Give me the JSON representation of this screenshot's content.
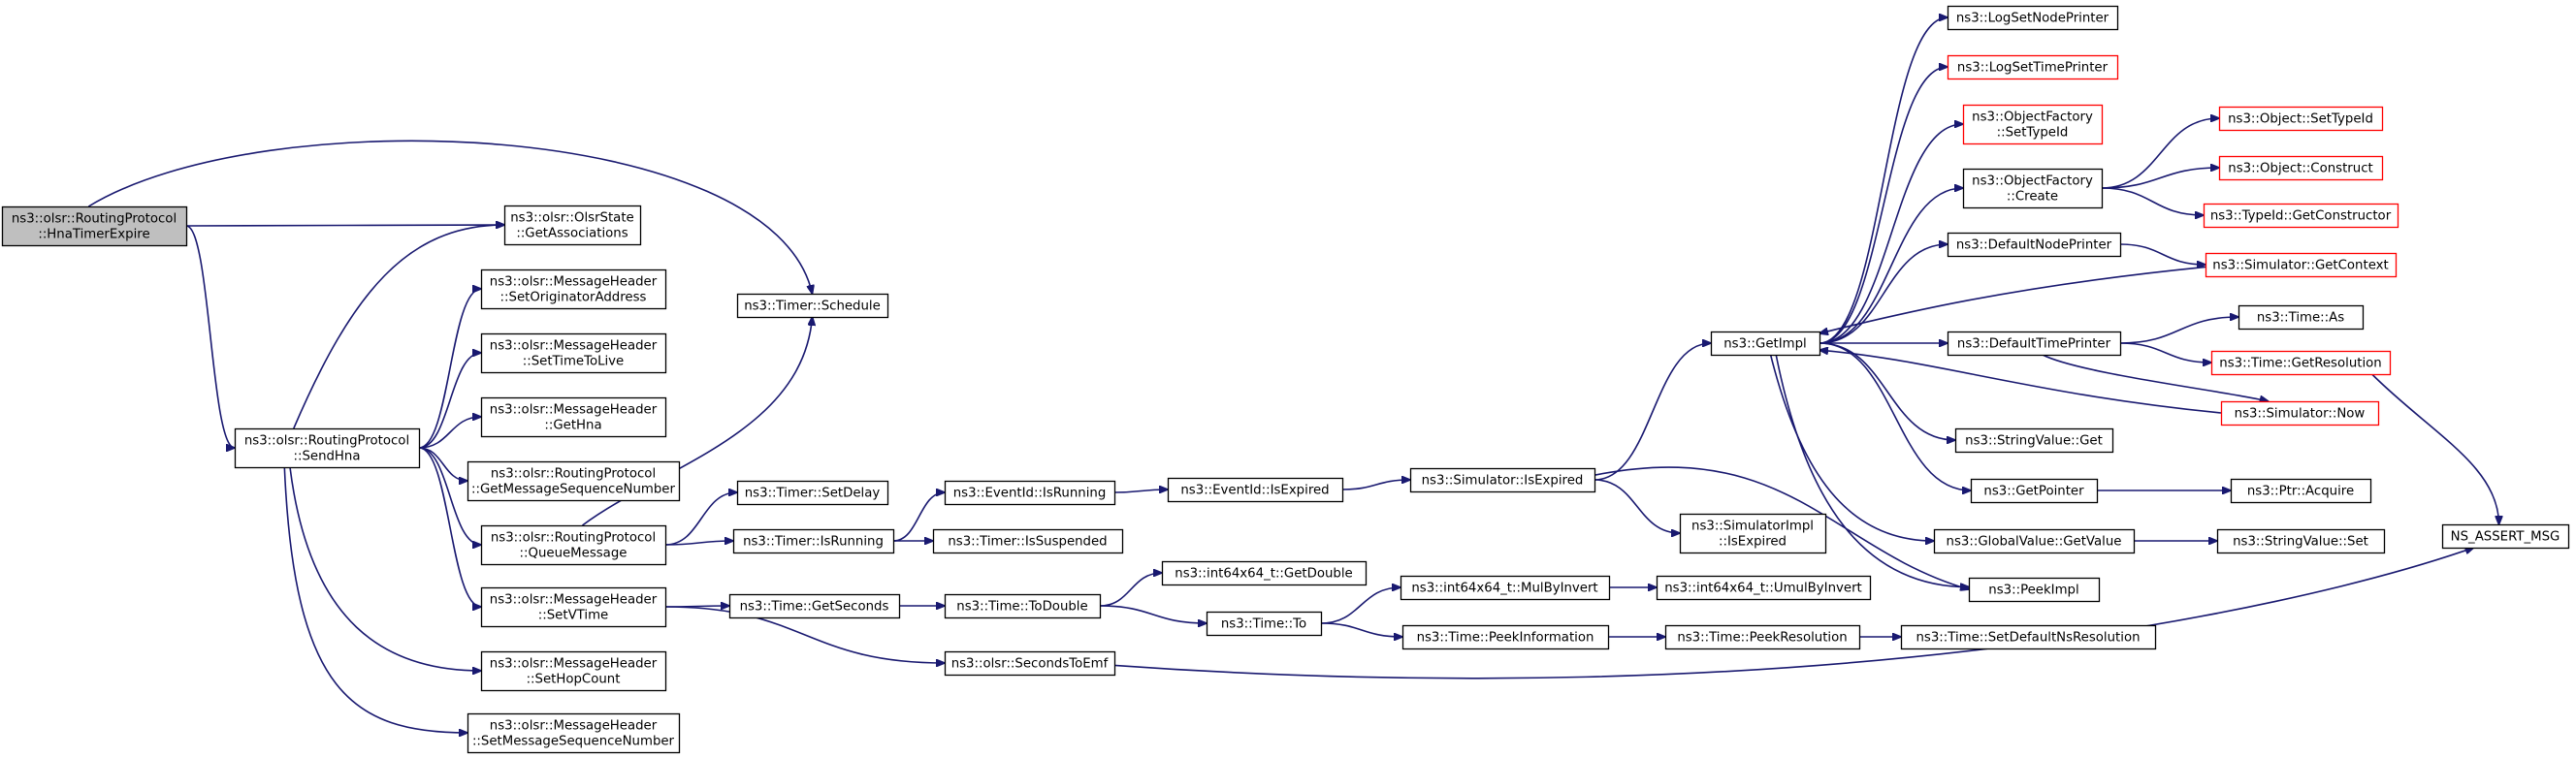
{
  "colors": {
    "edge": "#191970",
    "node_border": "#000000",
    "node_border_external": "#ff0000",
    "node_fill": "#ffffff",
    "root_fill": "#bfbfbf"
  },
  "nodes": [
    {
      "id": "hna_timer_expire",
      "lines": [
        "ns3::olsr::RoutingProtocol",
        "::HnaTimerExpire"
      ],
      "style": "root"
    },
    {
      "id": "get_associations",
      "lines": [
        "ns3::olsr::OlsrState",
        "::GetAssociations"
      ],
      "style": "normal"
    },
    {
      "id": "timer_schedule",
      "lines": [
        "ns3::Timer::Schedule"
      ],
      "style": "normal"
    },
    {
      "id": "send_hna",
      "lines": [
        "ns3::olsr::RoutingProtocol",
        "::SendHna"
      ],
      "style": "normal"
    },
    {
      "id": "set_originator_address",
      "lines": [
        "ns3::olsr::MessageHeader",
        "::SetOriginatorAddress"
      ],
      "style": "normal"
    },
    {
      "id": "set_time_to_live",
      "lines": [
        "ns3::olsr::MessageHeader",
        "::SetTimeToLive"
      ],
      "style": "normal"
    },
    {
      "id": "get_hna",
      "lines": [
        "ns3::olsr::MessageHeader",
        "::GetHna"
      ],
      "style": "normal"
    },
    {
      "id": "get_message_sequence_number",
      "lines": [
        "ns3::olsr::RoutingProtocol",
        "::GetMessageSequenceNumber"
      ],
      "style": "normal"
    },
    {
      "id": "queue_message",
      "lines": [
        "ns3::olsr::RoutingProtocol",
        "::QueueMessage"
      ],
      "style": "normal"
    },
    {
      "id": "set_vtime",
      "lines": [
        "ns3::olsr::MessageHeader",
        "::SetVTime"
      ],
      "style": "normal"
    },
    {
      "id": "set_hop_count",
      "lines": [
        "ns3::olsr::MessageHeader",
        "::SetHopCount"
      ],
      "style": "normal"
    },
    {
      "id": "set_message_sequence_number",
      "lines": [
        "ns3::olsr::MessageHeader",
        "::SetMessageSequenceNumber"
      ],
      "style": "normal"
    },
    {
      "id": "timer_set_delay",
      "lines": [
        "ns3::Timer::SetDelay"
      ],
      "style": "normal"
    },
    {
      "id": "timer_is_running",
      "lines": [
        "ns3::Timer::IsRunning"
      ],
      "style": "normal"
    },
    {
      "id": "eventid_is_running",
      "lines": [
        "ns3::EventId::IsRunning"
      ],
      "style": "normal"
    },
    {
      "id": "timer_is_suspended",
      "lines": [
        "ns3::Timer::IsSuspended"
      ],
      "style": "normal"
    },
    {
      "id": "eventid_is_expired",
      "lines": [
        "ns3::EventId::IsExpired"
      ],
      "style": "normal"
    },
    {
      "id": "simulator_is_expired",
      "lines": [
        "ns3::Simulator::IsExpired"
      ],
      "style": "normal"
    },
    {
      "id": "time_get_seconds",
      "lines": [
        "ns3::Time::GetSeconds"
      ],
      "style": "normal"
    },
    {
      "id": "time_to_double",
      "lines": [
        "ns3::Time::ToDouble"
      ],
      "style": "normal"
    },
    {
      "id": "int64x64_get_double",
      "lines": [
        "ns3::int64x64_t::GetDouble"
      ],
      "style": "normal"
    },
    {
      "id": "time_to",
      "lines": [
        "ns3::Time::To"
      ],
      "style": "normal"
    },
    {
      "id": "seconds_to_emf",
      "lines": [
        "ns3::olsr::SecondsToEmf"
      ],
      "style": "normal"
    },
    {
      "id": "int64x64_mul_by_invert",
      "lines": [
        "ns3::int64x64_t::MulByInvert"
      ],
      "style": "normal"
    },
    {
      "id": "int64x64_umul_by_invert",
      "lines": [
        "ns3::int64x64_t::UmulByInvert"
      ],
      "style": "normal"
    },
    {
      "id": "time_peek_information",
      "lines": [
        "ns3::Time::PeekInformation"
      ],
      "style": "normal"
    },
    {
      "id": "time_peek_resolution",
      "lines": [
        "ns3::Time::PeekResolution"
      ],
      "style": "normal"
    },
    {
      "id": "time_set_default_ns_resolution",
      "lines": [
        "ns3::Time::SetDefaultNsResolution"
      ],
      "style": "normal"
    },
    {
      "id": "get_impl",
      "lines": [
        "ns3::GetImpl"
      ],
      "style": "normal"
    },
    {
      "id": "simulator_impl_is_expired",
      "lines": [
        "ns3::SimulatorImpl",
        "::IsExpired"
      ],
      "style": "normal"
    },
    {
      "id": "log_set_node_printer",
      "lines": [
        "ns3::LogSetNodePrinter"
      ],
      "style": "normal"
    },
    {
      "id": "log_set_time_printer",
      "lines": [
        "ns3::LogSetTimePrinter"
      ],
      "style": "external"
    },
    {
      "id": "object_factory_set_type_id",
      "lines": [
        "ns3::ObjectFactory",
        "::SetTypeId"
      ],
      "style": "external"
    },
    {
      "id": "object_factory_create",
      "lines": [
        "ns3::ObjectFactory",
        "::Create"
      ],
      "style": "normal"
    },
    {
      "id": "default_node_printer",
      "lines": [
        "ns3::DefaultNodePrinter"
      ],
      "style": "normal"
    },
    {
      "id": "default_time_printer",
      "lines": [
        "ns3::DefaultTimePrinter"
      ],
      "style": "normal"
    },
    {
      "id": "string_value_get",
      "lines": [
        "ns3::StringValue::Get"
      ],
      "style": "normal"
    },
    {
      "id": "get_pointer",
      "lines": [
        "ns3::GetPointer"
      ],
      "style": "normal"
    },
    {
      "id": "global_value_get_value",
      "lines": [
        "ns3::GlobalValue::GetValue"
      ],
      "style": "normal"
    },
    {
      "id": "peek_impl",
      "lines": [
        "ns3::PeekImpl"
      ],
      "style": "normal"
    },
    {
      "id": "object_set_type_id",
      "lines": [
        "ns3::Object::SetTypeId"
      ],
      "style": "external"
    },
    {
      "id": "object_construct",
      "lines": [
        "ns3::Object::Construct"
      ],
      "style": "external"
    },
    {
      "id": "type_id_get_constructor",
      "lines": [
        "ns3::TypeId::GetConstructor"
      ],
      "style": "external"
    },
    {
      "id": "simulator_get_context",
      "lines": [
        "ns3::Simulator::GetContext"
      ],
      "style": "external"
    },
    {
      "id": "time_as",
      "lines": [
        "ns3::Time::As"
      ],
      "style": "normal"
    },
    {
      "id": "time_get_resolution",
      "lines": [
        "ns3::Time::GetResolution"
      ],
      "style": "external"
    },
    {
      "id": "simulator_now",
      "lines": [
        "ns3::Simulator::Now"
      ],
      "style": "external"
    },
    {
      "id": "ptr_acquire",
      "lines": [
        "ns3::Ptr::Acquire"
      ],
      "style": "normal"
    },
    {
      "id": "string_value_set",
      "lines": [
        "ns3::StringValue::Set"
      ],
      "style": "normal"
    },
    {
      "id": "ns_assert_msg",
      "lines": [
        "NS_ASSERT_MSG"
      ],
      "style": "normal"
    }
  ],
  "edges": [
    {
      "from": "hna_timer_expire",
      "to": "get_associations"
    },
    {
      "from": "hna_timer_expire",
      "to": "timer_schedule"
    },
    {
      "from": "hna_timer_expire",
      "to": "send_hna"
    },
    {
      "from": "send_hna",
      "to": "get_associations"
    },
    {
      "from": "send_hna",
      "to": "set_originator_address"
    },
    {
      "from": "send_hna",
      "to": "set_time_to_live"
    },
    {
      "from": "send_hna",
      "to": "get_hna"
    },
    {
      "from": "send_hna",
      "to": "get_message_sequence_number"
    },
    {
      "from": "send_hna",
      "to": "queue_message"
    },
    {
      "from": "send_hna",
      "to": "set_vtime"
    },
    {
      "from": "send_hna",
      "to": "set_hop_count"
    },
    {
      "from": "send_hna",
      "to": "set_message_sequence_number"
    },
    {
      "from": "queue_message",
      "to": "timer_schedule"
    },
    {
      "from": "queue_message",
      "to": "timer_set_delay"
    },
    {
      "from": "queue_message",
      "to": "timer_is_running"
    },
    {
      "from": "timer_is_running",
      "to": "eventid_is_running"
    },
    {
      "from": "timer_is_running",
      "to": "timer_is_suspended"
    },
    {
      "from": "eventid_is_running",
      "to": "eventid_is_expired"
    },
    {
      "from": "eventid_is_expired",
      "to": "simulator_is_expired"
    },
    {
      "from": "simulator_is_expired",
      "to": "get_impl"
    },
    {
      "from": "simulator_is_expired",
      "to": "simulator_impl_is_expired"
    },
    {
      "from": "simulator_is_expired",
      "to": "peek_impl"
    },
    {
      "from": "set_vtime",
      "to": "time_get_seconds"
    },
    {
      "from": "set_vtime",
      "to": "seconds_to_emf"
    },
    {
      "from": "time_get_seconds",
      "to": "time_to_double"
    },
    {
      "from": "time_to_double",
      "to": "int64x64_get_double"
    },
    {
      "from": "time_to_double",
      "to": "time_to"
    },
    {
      "from": "time_to",
      "to": "int64x64_mul_by_invert"
    },
    {
      "from": "time_to",
      "to": "time_peek_information"
    },
    {
      "from": "int64x64_mul_by_invert",
      "to": "int64x64_umul_by_invert"
    },
    {
      "from": "time_peek_information",
      "to": "time_peek_resolution"
    },
    {
      "from": "time_peek_resolution",
      "to": "time_set_default_ns_resolution"
    },
    {
      "from": "seconds_to_emf",
      "to": "ns_assert_msg"
    },
    {
      "from": "get_impl",
      "to": "log_set_node_printer"
    },
    {
      "from": "get_impl",
      "to": "log_set_time_printer"
    },
    {
      "from": "get_impl",
      "to": "object_factory_set_type_id"
    },
    {
      "from": "get_impl",
      "to": "object_factory_create"
    },
    {
      "from": "get_impl",
      "to": "default_node_printer"
    },
    {
      "from": "get_impl",
      "to": "default_time_printer"
    },
    {
      "from": "get_impl",
      "to": "string_value_get"
    },
    {
      "from": "get_impl",
      "to": "get_pointer"
    },
    {
      "from": "get_impl",
      "to": "global_value_get_value"
    },
    {
      "from": "get_impl",
      "to": "peek_impl"
    },
    {
      "from": "object_factory_create",
      "to": "object_set_type_id"
    },
    {
      "from": "object_factory_create",
      "to": "object_construct"
    },
    {
      "from": "object_factory_create",
      "to": "type_id_get_constructor"
    },
    {
      "from": "default_node_printer",
      "to": "simulator_get_context"
    },
    {
      "from": "simulator_get_context",
      "to": "get_impl"
    },
    {
      "from": "default_time_printer",
      "to": "time_as"
    },
    {
      "from": "default_time_printer",
      "to": "time_get_resolution"
    },
    {
      "from": "default_time_printer",
      "to": "simulator_now"
    },
    {
      "from": "simulator_now",
      "to": "get_impl"
    },
    {
      "from": "time_get_resolution",
      "to": "ns_assert_msg"
    },
    {
      "from": "get_pointer",
      "to": "ptr_acquire"
    },
    {
      "from": "global_value_get_value",
      "to": "string_value_set"
    }
  ]
}
